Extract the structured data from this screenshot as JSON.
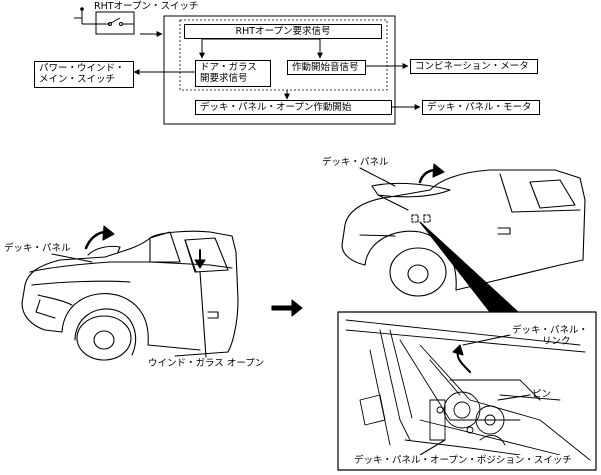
{
  "block_diagram": {
    "switch_label": "RHTオープン・スイッチ",
    "request_signal": "RHTオープン要求信号",
    "door_glass_signal_line1": "ドア・ガラス",
    "door_glass_signal_line2": "開要求信号",
    "power_window_switch_line1": "パワー・ウインド・",
    "power_window_switch_line2": "メイン・スイッチ",
    "sound_start_signal": "作動開始音信号",
    "combination_meter": "コンビネーション・メータ",
    "deck_panel_open_start": "デッキ・パネル・オープン作動開始",
    "deck_panel_motor": "デッキ・パネル・モータ"
  },
  "illustrations": {
    "left_car": {
      "deck_panel_label": "デッキ・パネル",
      "window_glass_label": "ウインド・ガラス オープン"
    },
    "right_car": {
      "deck_panel_label": "デッキ・パネル"
    },
    "detail": {
      "link_label_line1": "デッキ・パネル・",
      "link_label_line2": "リンク",
      "pin_label": "ピン",
      "position_switch_label": "デッキ・パネル・オープン・ポジション・スイッチ"
    }
  }
}
